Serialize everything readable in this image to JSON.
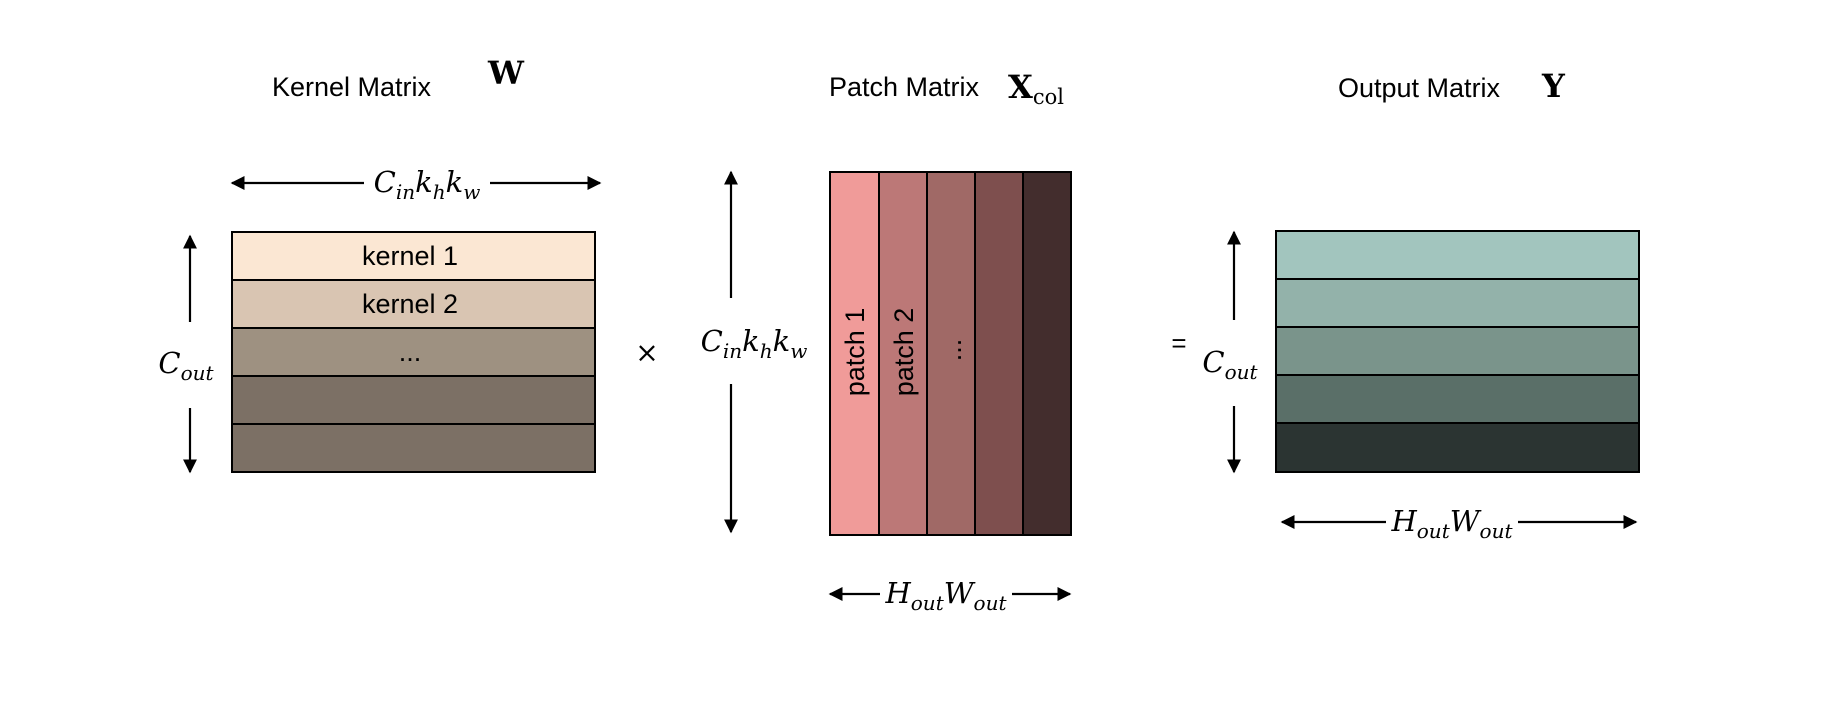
{
  "colors": {
    "kernel_rows": [
      "#fbe7d3",
      "#d9c5b2",
      "#9e9181",
      "#7c7065",
      "#7c7065"
    ],
    "patch_cols": [
      "#f09b99",
      "#bc7877",
      "#a06966",
      "#7e4f4e",
      "#432d2d"
    ],
    "output_rows": [
      "#a2c5be",
      "#93b2aa",
      "#7a948b",
      "#5a6f68",
      "#2b3432"
    ],
    "stroke": "#000000"
  },
  "kernel": {
    "title": "Kernel Matrix",
    "symbol": "W",
    "rows": [
      "kernel 1",
      "kernel 2",
      "...",
      "",
      ""
    ],
    "width_label": {
      "C": "C",
      "in": "in",
      "k1": "k",
      "h": "h",
      "k2": "k",
      "w": "w"
    },
    "height_label": {
      "C": "C",
      "out": "out"
    }
  },
  "operators": {
    "times": "×",
    "equals": "="
  },
  "patch": {
    "title": "Patch Matrix",
    "symbol": "X",
    "symbol_sub": "col",
    "cols": [
      "patch 1",
      "patch 2",
      "...",
      "",
      ""
    ],
    "height_label": {
      "C": "C",
      "in": "in",
      "k1": "k",
      "h": "h",
      "k2": "k",
      "w": "w"
    },
    "width_label": {
      "H": "H",
      "out1": "out",
      "W": "W",
      "out2": "out"
    }
  },
  "output": {
    "title": "Output Matrix",
    "symbol": "Y",
    "rows": [
      "",
      "",
      "",
      "",
      ""
    ],
    "height_label": {
      "C": "C",
      "out": "out"
    },
    "width_label": {
      "H": "H",
      "out1": "out",
      "W": "W",
      "out2": "out"
    }
  }
}
